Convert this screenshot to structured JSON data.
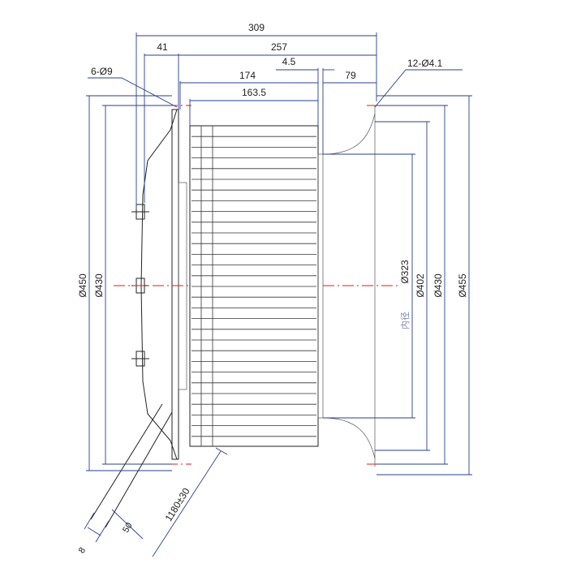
{
  "drawing": {
    "dims_top": {
      "overall": "309",
      "inlet": "41",
      "body": "257",
      "gap": "4.5",
      "hub_width": "174",
      "offset": "79",
      "blade_width": "163.5"
    },
    "callouts": {
      "holes_left": "6-Ø9",
      "holes_right": "12-Ø4.1"
    },
    "dims_left": {
      "outer_dia": "Ø450",
      "bolt_circle": "Ø430"
    },
    "dims_right": {
      "inner_prefix": "内径",
      "inner_dia": "Ø323",
      "dia_402": "Ø402",
      "dia_430": "Ø430",
      "dia_455": "Ø455"
    },
    "dims_cable": {
      "length": "1180±30",
      "width": "50",
      "thickness": "8"
    }
  }
}
